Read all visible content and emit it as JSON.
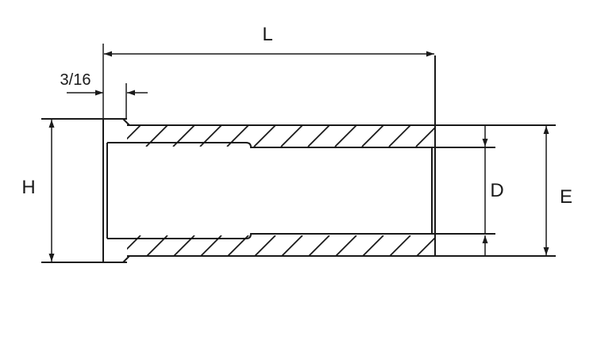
{
  "labels": {
    "length": "L",
    "head_thickness": "3/16",
    "head_height": "H",
    "inner_diameter": "D",
    "outer_diameter": "E"
  },
  "colors": {
    "stroke": "#1a1a1a",
    "background": "#ffffff"
  }
}
